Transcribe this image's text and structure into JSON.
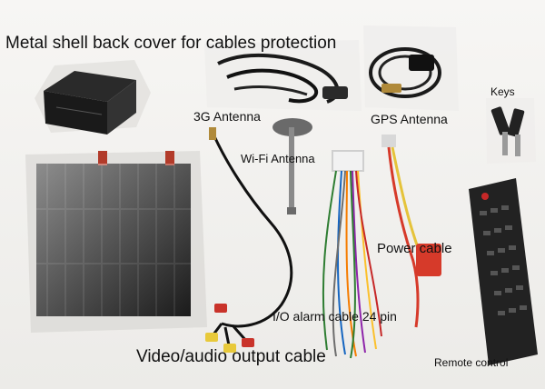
{
  "scene": {
    "background": "#f4f3f1",
    "title": "Metal shell back cover for cables protection",
    "labels": {
      "antenna_3g": "3G Antenna",
      "antenna_gps": "GPS Antenna",
      "keys": "Keys",
      "antenna_wifi": "Wi-Fi Antenna",
      "power_cable": "Power cable",
      "io_cable": "I/O alarm cable 24 pin",
      "video_cable": "Video/audio output cable",
      "remote": "Remote control"
    }
  }
}
